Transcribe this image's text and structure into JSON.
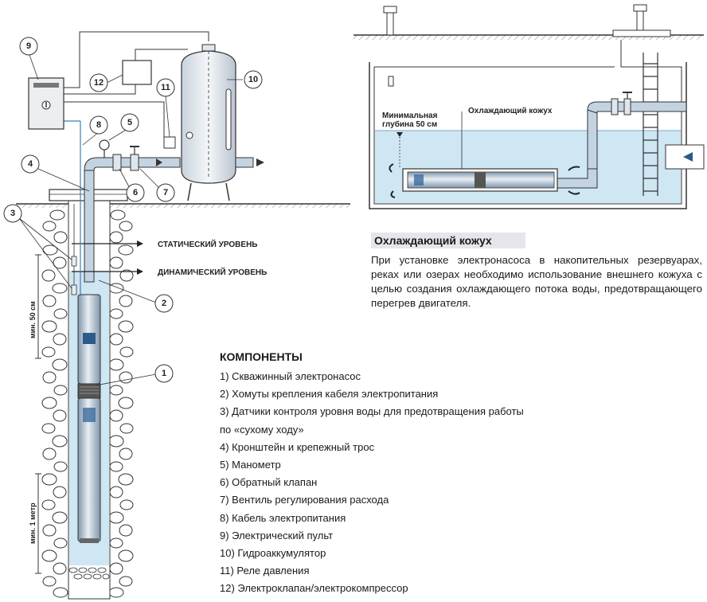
{
  "diagram": {
    "labels": {
      "static_level": "СТАТИЧЕСКИЙ УРОВЕНЬ",
      "dynamic_level": "ДИНАМИЧЕСКИЙ УРОВЕНЬ",
      "min_50cm": "мин. 50 см",
      "min_1m": "мин. 1 метр",
      "min_depth_line1": "Минимальная",
      "min_depth_line2": "глубина 50 см",
      "cooling_jacket": "Охлаждающий кожух"
    },
    "markers": [
      "1",
      "2",
      "3",
      "4",
      "5",
      "6",
      "7",
      "8",
      "9",
      "10",
      "11",
      "12"
    ],
    "colors": {
      "water": "#cfe6f3",
      "pipe": "#9bb4cc",
      "outline": "#2a2a2a",
      "tank": "#e8eef4",
      "stone": "#ffffff"
    }
  },
  "info": {
    "title": "Охлаждающий кожух",
    "text": "При установке электронасоса в накопительных резервуарах, реках или озерах необходимо использование внешнего кожуха с целью создания охлаждающего потока воды, предотвращающего перегрев двигателя."
  },
  "components": {
    "title": "КОМПОНЕНТЫ",
    "items": [
      "1) Скважинный электронасос",
      "2) Хомуты крепления кабеля электропитания",
      "3) Датчики контроля уровня воды для предотвращения работы",
      "по «сухому ходу»",
      "4) Кронштейн и крепежный трос",
      "5) Манометр",
      "6) Обратный клапан",
      "7) Вентиль регулирования расхода",
      "8) Кабель электропитания",
      "9) Электрический пульт",
      "10) Гидроаккумулятор",
      "11) Реле давления",
      "12) Электроклапан/электрокомпрессор"
    ]
  }
}
